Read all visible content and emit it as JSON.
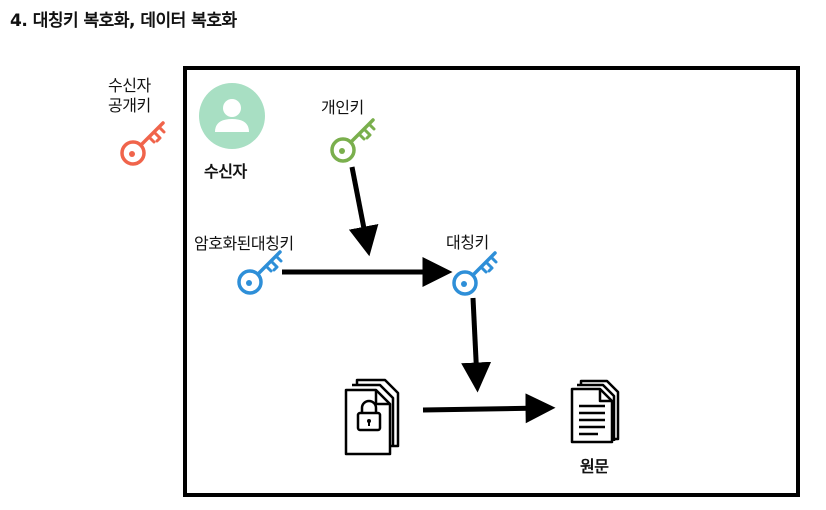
{
  "heading": "4. 대칭키 복호화, 데이터 복호화",
  "labels": {
    "public_key_line1": "수신자",
    "public_key_line2": "공개키",
    "receiver": "수신자",
    "private_key": "개인키",
    "encrypted_key": "암호화된대칭키",
    "symmetric_key": "대칭키",
    "plaintext": "원문"
  },
  "colors": {
    "public_key": "#f0644b",
    "private_key": "#7aaf4d",
    "symmetric_key": "#2e8fd8",
    "avatar_bg": "#a8dfc3",
    "box_border": "#000000",
    "arrow": "#000000"
  },
  "icons": {
    "public_key": "key-icon",
    "private_key": "key-icon",
    "encrypted_key": "key-icon",
    "symmetric_key": "key-icon",
    "receiver": "user-icon",
    "encrypted_document": "locked-document-icon",
    "plaintext_document": "document-icon"
  }
}
